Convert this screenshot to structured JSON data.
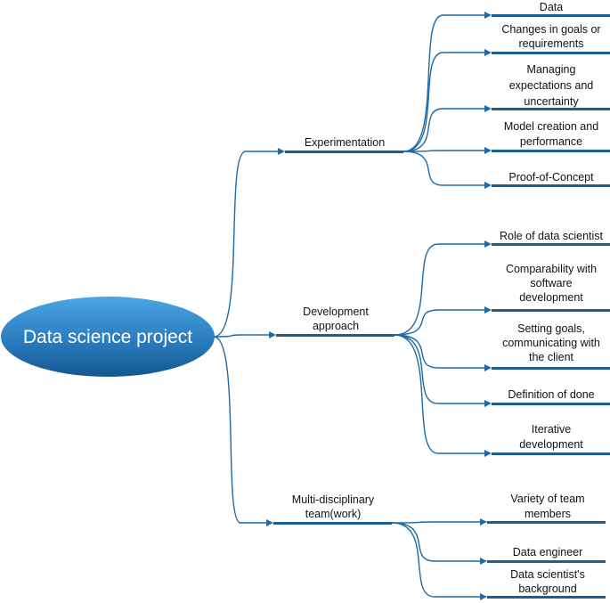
{
  "root": {
    "label": "Data science project"
  },
  "branches": [
    {
      "label": "Experimentation",
      "children": [
        "Data",
        "Changes in goals or requirements",
        "Managing expectations and uncertainty",
        "Model creation and performance",
        "Proof-of-Concept"
      ]
    },
    {
      "label": "Development approach",
      "children": [
        "Role of data scientist",
        "Comparability with software development",
        "Setting goals, communicating with the client",
        "Definition of done",
        "Iterative development"
      ]
    },
    {
      "label": "Multi-disciplinary team(work)",
      "children": [
        "Variety of team members",
        "Data engineer",
        "Data scientist's background"
      ]
    }
  ],
  "colors": {
    "root_top": "#3a9ad9",
    "root_bottom": "#1a5f9a",
    "bar": "#1c5f96",
    "edge": "#1f6aa5"
  }
}
